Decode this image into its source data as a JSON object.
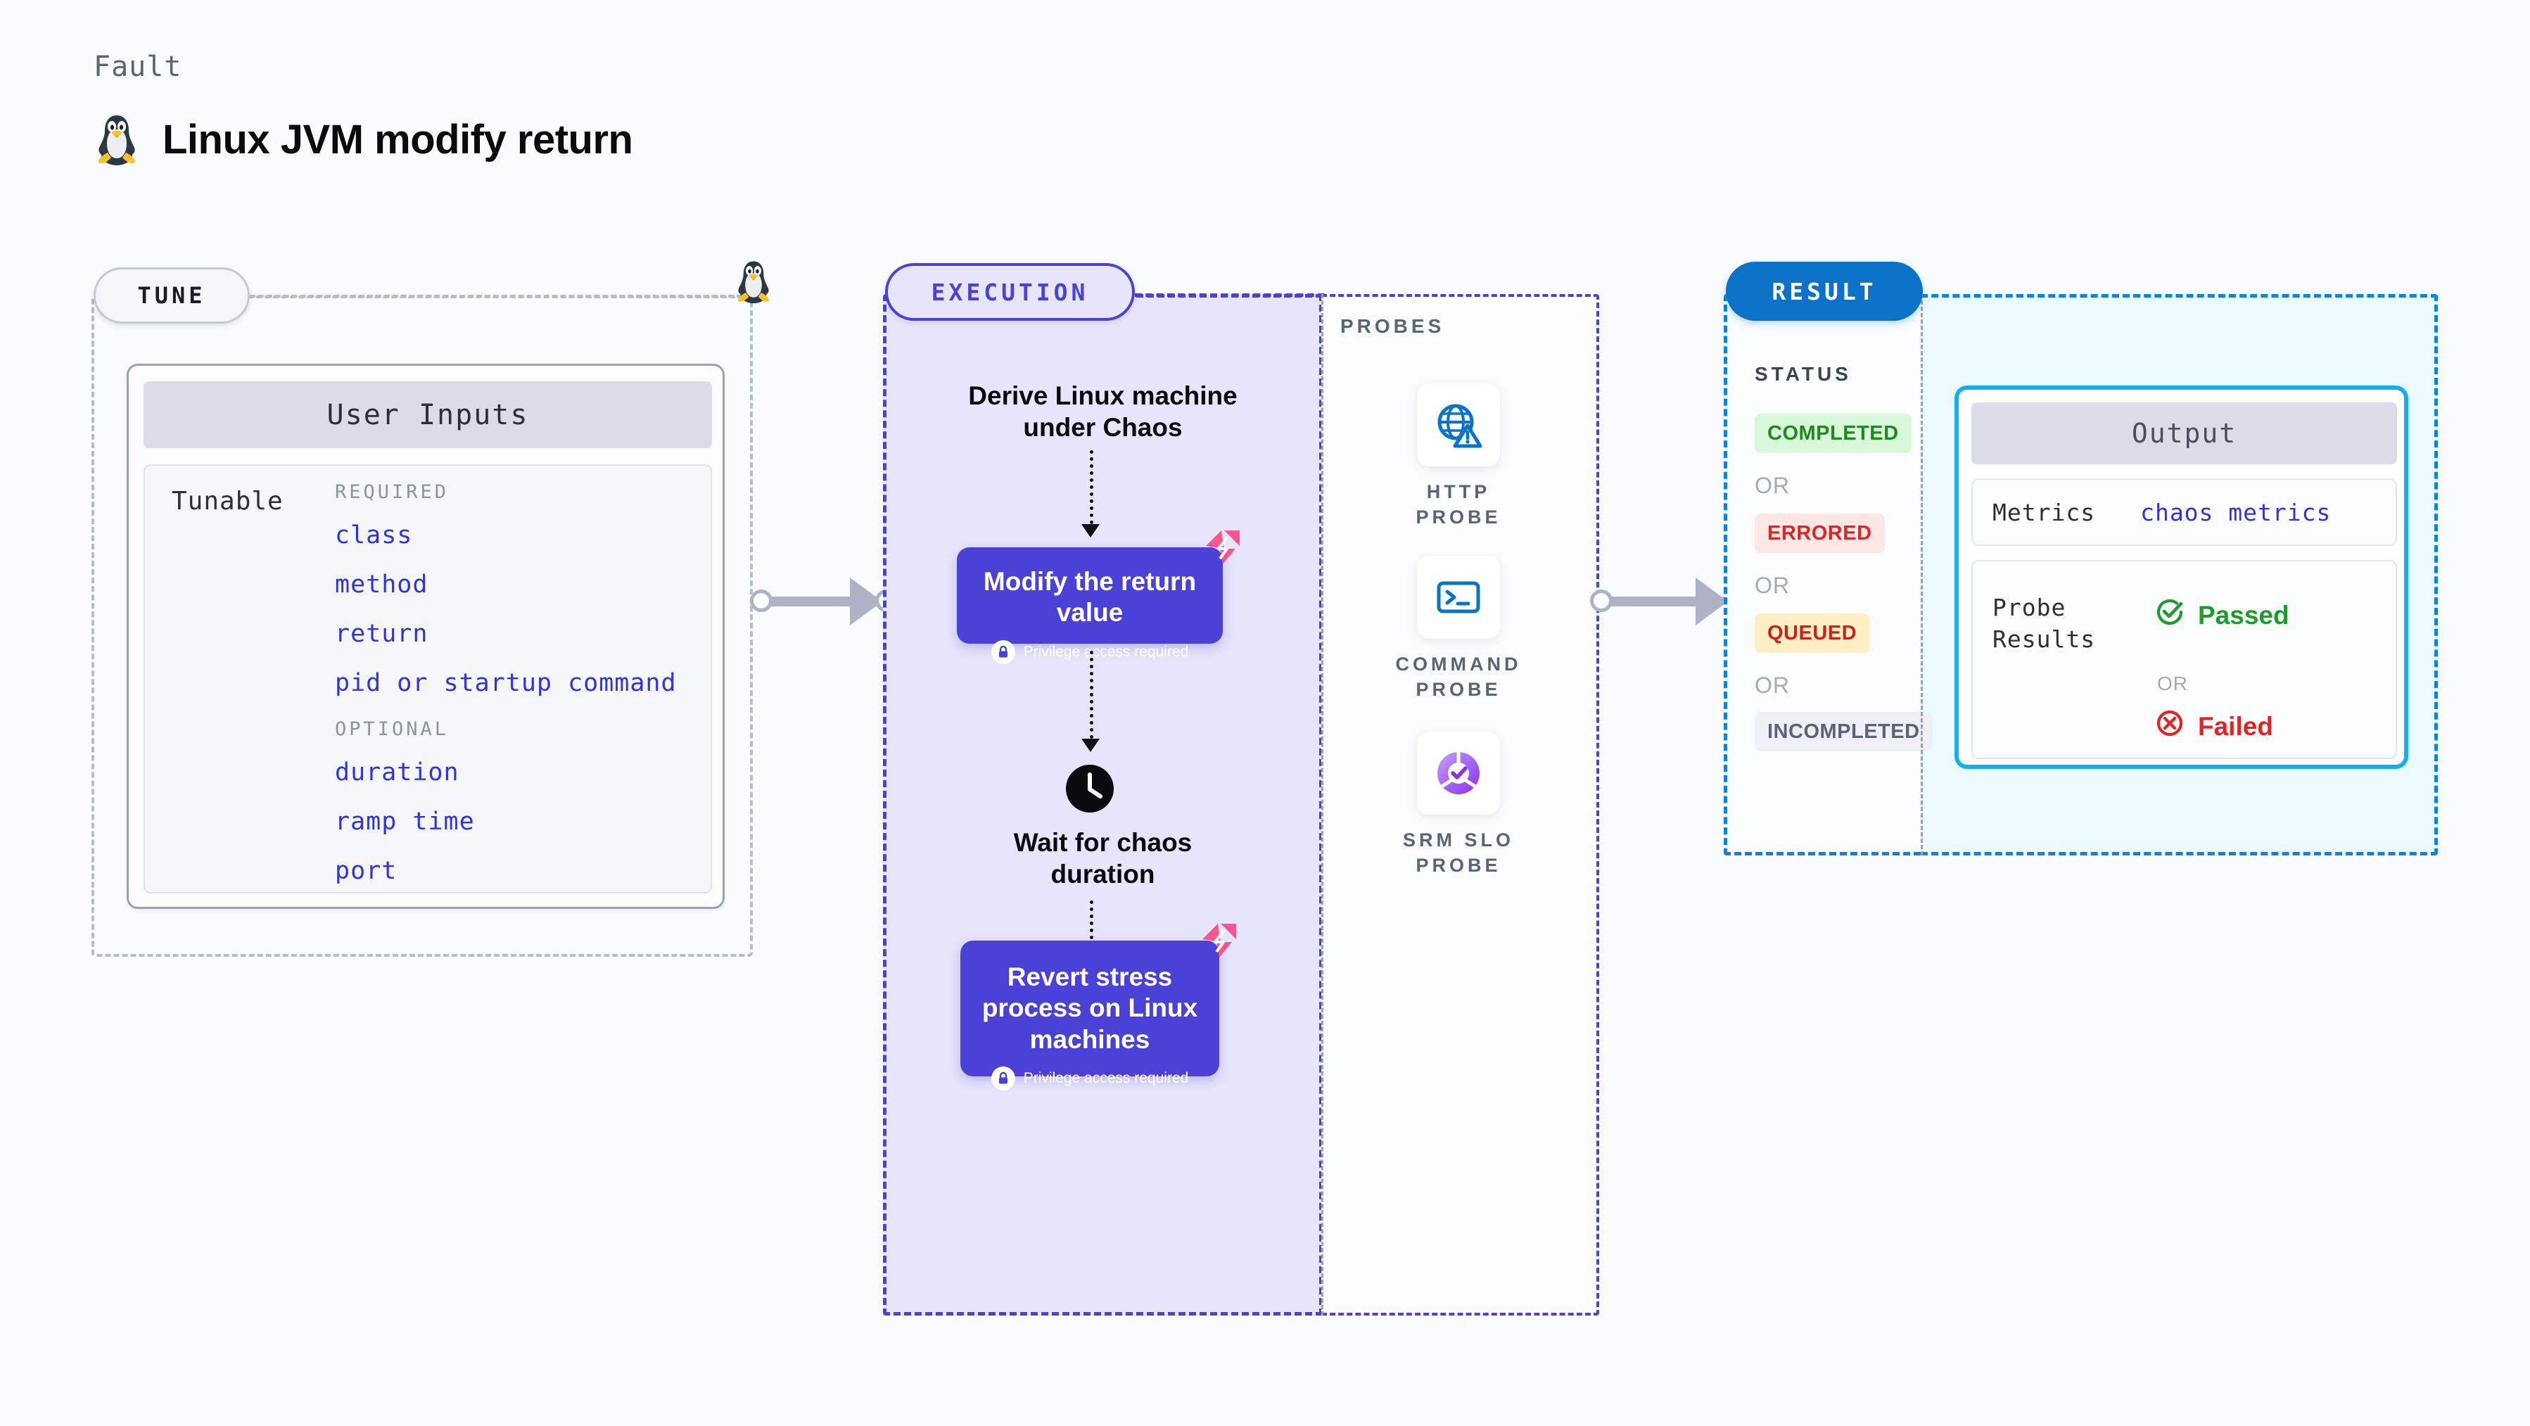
{
  "header": {
    "kicker": "Fault",
    "title": "Linux JVM modify return",
    "icon": "linux-tux-icon"
  },
  "tune": {
    "pill_label": "TUNE",
    "edge_icon": "linux-tux-icon",
    "card": {
      "header": "User Inputs",
      "row_label": "Tunable",
      "groups": [
        {
          "label": "REQUIRED",
          "items": [
            "class",
            "method",
            "return",
            "pid or startup command"
          ]
        },
        {
          "label": "OPTIONAL",
          "items": [
            "duration",
            "ramp time",
            "port"
          ]
        }
      ]
    }
  },
  "execution": {
    "pill_label": "EXECUTION",
    "steps": [
      {
        "type": "text",
        "label": "Derive Linux machine\nunder Chaos"
      },
      {
        "type": "card",
        "label": "Modify the return\nvalue",
        "privilege": "Privilege access required",
        "icon": "lock-icon",
        "flag": "harness-flag-icon"
      },
      {
        "type": "wait",
        "label": "Wait for chaos\nduration",
        "icon": "clock-icon"
      },
      {
        "type": "card",
        "label": "Revert stress\nprocess on Linux\nmachines",
        "privilege": "Privilege access required",
        "icon": "lock-icon",
        "flag": "harness-flag-icon"
      }
    ]
  },
  "probes": {
    "label": "PROBES",
    "items": [
      {
        "name": "HTTP  PROBE",
        "icon": "globe-warning-icon"
      },
      {
        "name": "COMMAND\nPROBE",
        "icon": "terminal-icon"
      },
      {
        "name": "SRM  SLO\nPROBE",
        "icon": "srm-slo-donut-icon"
      }
    ]
  },
  "result": {
    "pill_label": "RESULT",
    "status_label": "STATUS",
    "or_label": "OR",
    "statuses": [
      {
        "label": "COMPLETED",
        "bg": "#d9f7d9",
        "fg": "#1d8b1d"
      },
      {
        "label": "ERRORED",
        "bg": "#fde6e6",
        "fg": "#dc2626"
      },
      {
        "label": "QUEUED",
        "bg": "#fdeec4",
        "fg": "#cc2121"
      },
      {
        "label": "INCOMPLETED",
        "bg": "#eef0f6",
        "fg": "#5b6378"
      }
    ],
    "output": {
      "header": "Output",
      "metrics_key": "Metrics",
      "metrics_value": "chaos metrics",
      "probe_results_key": "Probe\nResults",
      "passed": "Passed",
      "failed": "Failed",
      "or_label": "OR",
      "passed_icon": "check-circle-icon",
      "failed_icon": "x-circle-icon"
    }
  },
  "colors": {
    "background": "#f9fbfd",
    "tune_border": "#b6bdc9",
    "execution": "#4b41d6",
    "execution_fill": "#e6e5fb",
    "result": "#0a84dd",
    "result_fill": "#ebfaff",
    "output_border": "#13b0ef",
    "tunable_text": "#3333dd",
    "harness_pink": "#f9558f",
    "connector": "#adb2c4"
  },
  "connectors": [
    {
      "name": "tune-to-execution"
    },
    {
      "name": "probes-to-result"
    }
  ]
}
